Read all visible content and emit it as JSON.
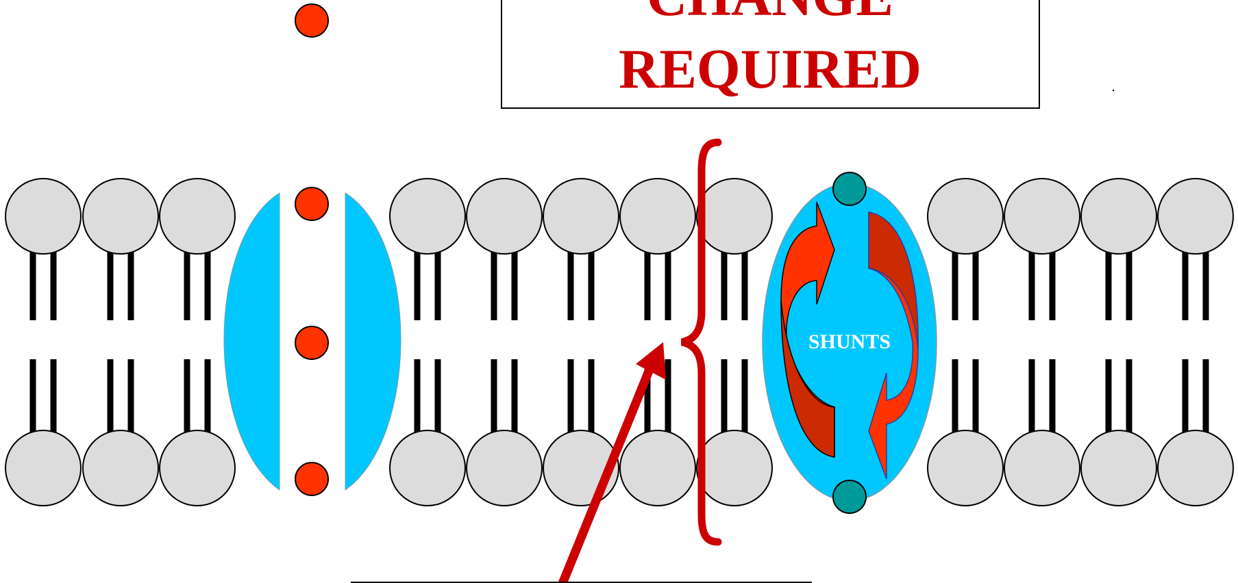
{
  "title_box": {
    "line1": "CHANGE",
    "line2": "REQUIRED"
  },
  "transporter": {
    "label": "SHUNTS"
  },
  "colors": {
    "lipid_head": "#dcdcdc",
    "lipid_outline": "#000000",
    "channel": "#00c8ff",
    "ion": "#ff3300",
    "accent_red": "#cc0000",
    "arrow_dark": "#cc2a00",
    "gate": "#009999"
  }
}
